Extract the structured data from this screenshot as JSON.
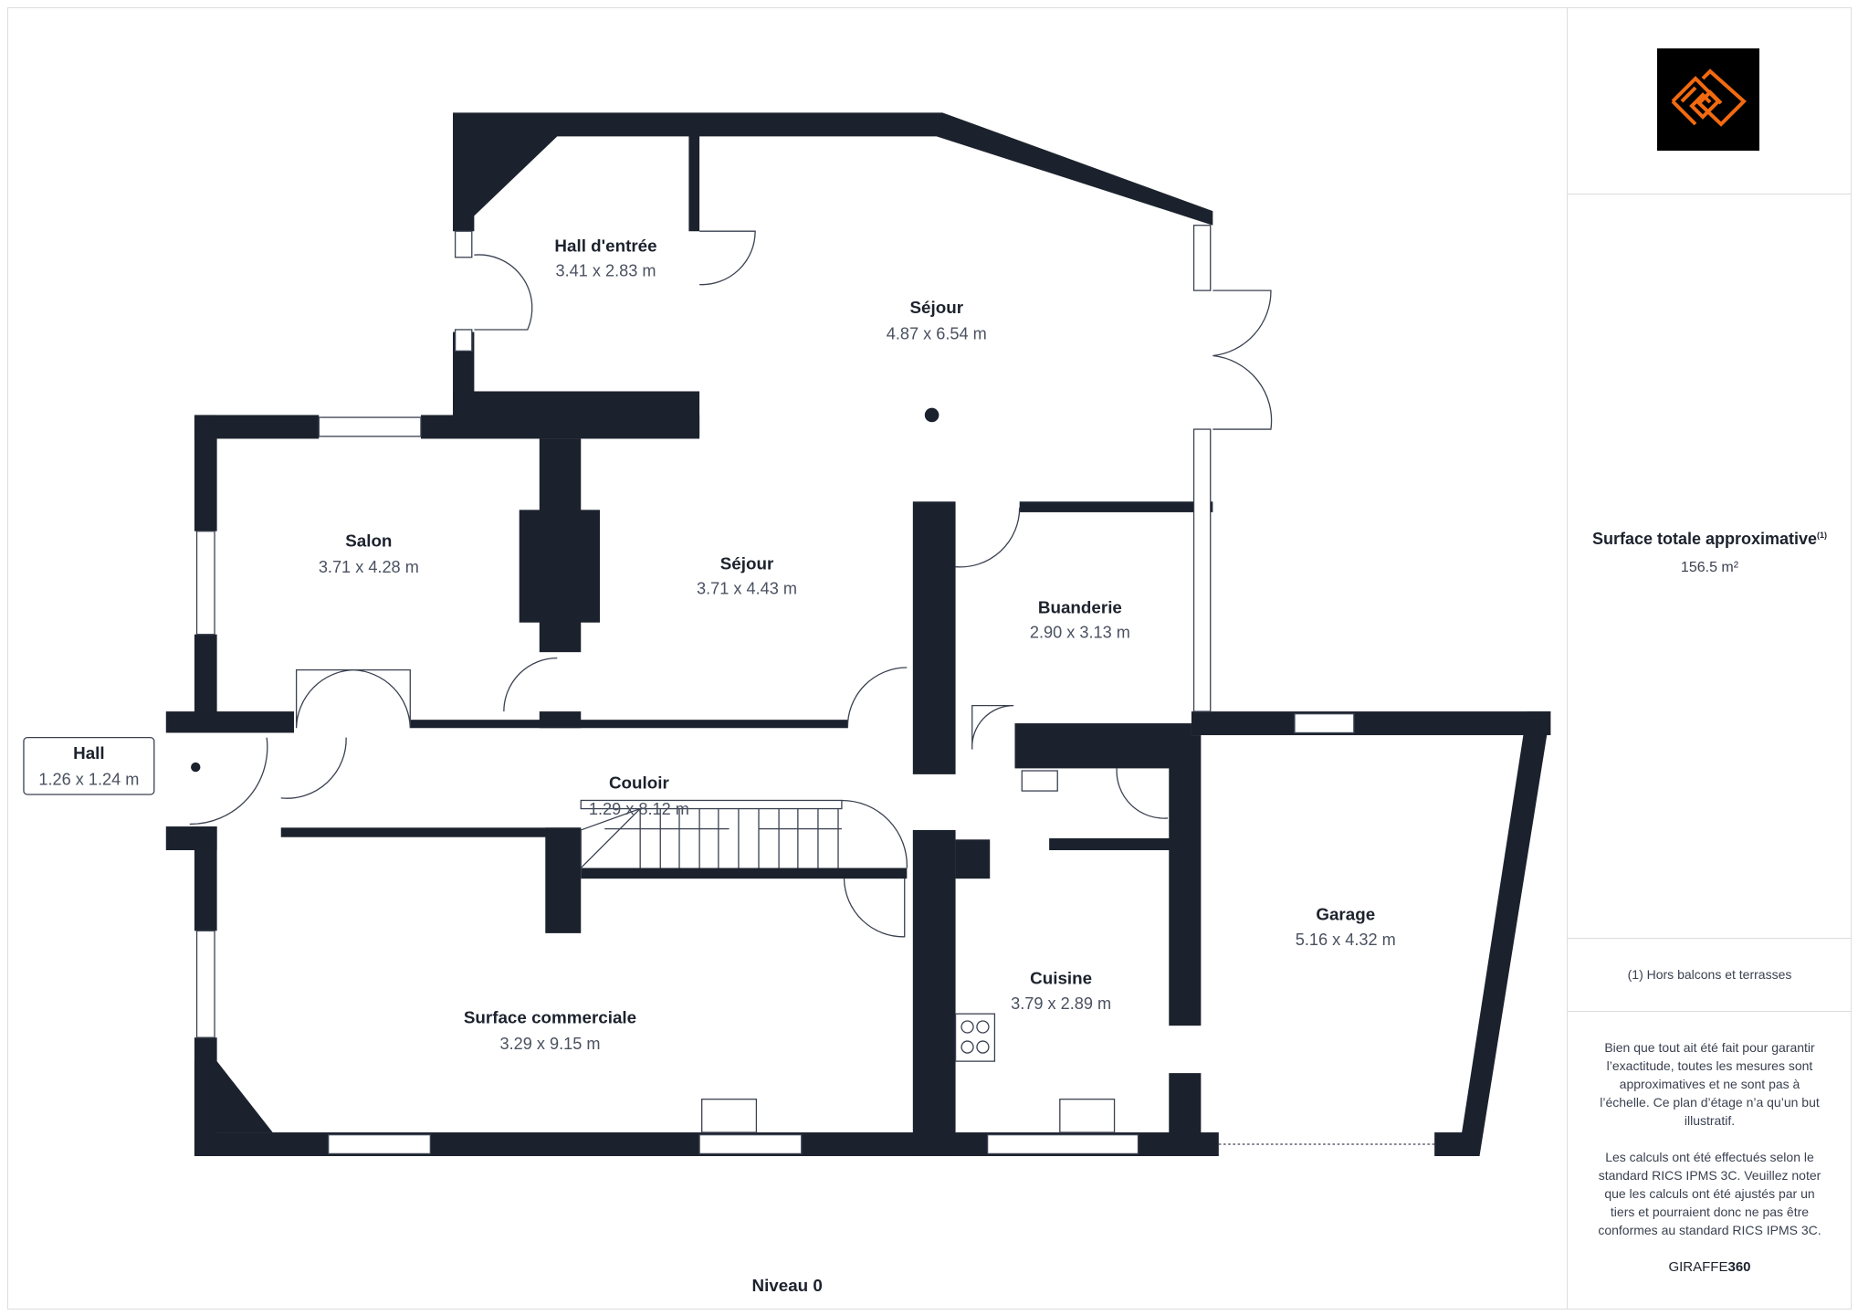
{
  "rooms": [
    {
      "name": "Hall d'entrée",
      "dims": "3.41 x 2.83 m"
    },
    {
      "name": "Séjour",
      "dims": "4.87 x 6.54 m"
    },
    {
      "name": "Salon",
      "dims": "3.71 x 4.28 m"
    },
    {
      "name": "Séjour",
      "dims": "3.71 x 4.43 m"
    },
    {
      "name": "Buanderie",
      "dims": "2.90 x 3.13 m"
    },
    {
      "name": "Hall",
      "dims": "1.26 x 1.24 m"
    },
    {
      "name": "Couloir",
      "dims": "1.29 x 8.12 m"
    },
    {
      "name": "Garage",
      "dims": "5.16 x 4.32 m"
    },
    {
      "name": "Cuisine",
      "dims": "3.79 x 2.89 m"
    },
    {
      "name": "Surface commerciale",
      "dims": "3.29 x 9.15 m"
    }
  ],
  "level_label": "Niveau 0",
  "sidebar": {
    "total_title": "Surface totale approximative",
    "total_sup": "(1)",
    "total_value": "156.5 m²",
    "footnote": "(1) Hors balcons et terrasses",
    "disclaimer_1": "Bien que tout ait été fait pour garantir l’exactitude, toutes les mesures sont approximatives et ne sont pas à l’échelle. Ce plan d’étage n’a qu’un but illustratif.",
    "disclaimer_2": "Les calculs ont été effectués selon le standard RICS IPMS 3C. Veuillez noter que les calculs ont été ajustés par un tiers et pourraient donc ne pas être conformes au standard RICS IPMS 3C.",
    "brand_a": "GIRAFFE",
    "brand_b": "360",
    "logo_color": "#f26a10"
  },
  "colors": {
    "wall": "#1c222d",
    "line": "#3a4150"
  }
}
